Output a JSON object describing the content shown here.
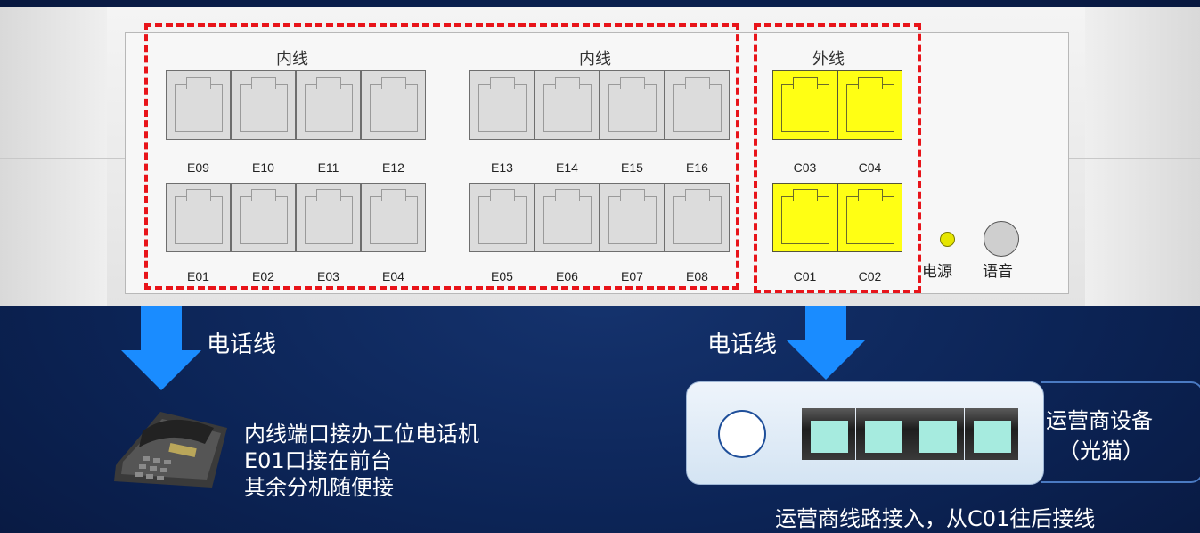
{
  "device": {
    "inner_group_left_title": "内线",
    "inner_group_right_title": "内线",
    "outer_group_title": "外线",
    "ports_top_left": [
      "E09",
      "E10",
      "E11",
      "E12"
    ],
    "ports_bottom_left": [
      "E01",
      "E02",
      "E03",
      "E04"
    ],
    "ports_top_right": [
      "E13",
      "E14",
      "E15",
      "E16"
    ],
    "ports_bottom_right": [
      "E05",
      "E06",
      "E07",
      "E08"
    ],
    "outer_top": [
      "C03",
      "C04"
    ],
    "outer_bottom": [
      "C01",
      "C02"
    ],
    "power_label": "电源",
    "voice_label": "语音"
  },
  "left_arrow_label": "电话线",
  "right_arrow_label": "电话线",
  "phone_notes": [
    "内线端口接办工位电话机",
    "E01口接在前台",
    "其余分机随便接"
  ],
  "modem": {
    "title": "运营商设备",
    "subtitle": "（光猫）",
    "caption": "运营商线路接入，从C01往后接线"
  },
  "colors": {
    "background": "#0c2456",
    "dashed_frame": "#e8141a",
    "outer_port": "#ffff14",
    "arrow": "#1a8cff",
    "modem_port": "#a6ebdf"
  }
}
